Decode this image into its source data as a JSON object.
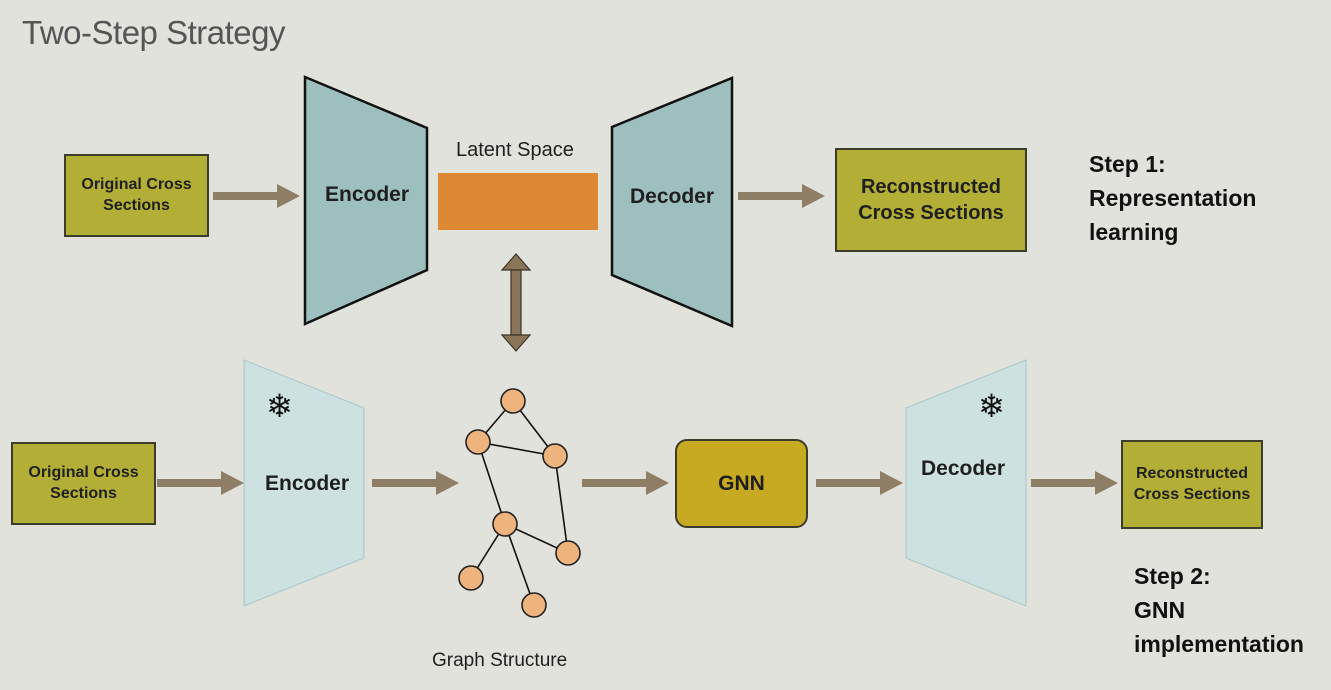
{
  "title": "Two-Step Strategy",
  "step1": {
    "input_label": "Original Cross Sections",
    "encoder_label": "Encoder",
    "latent_label": "Latent Space",
    "decoder_label": "Decoder",
    "output_label": "Reconstructed Cross Sections",
    "step_title": "Step 1:",
    "step_desc_1": "Representation",
    "step_desc_2": "learning"
  },
  "step2": {
    "input_label": "Original Cross Sections",
    "encoder_label": "Encoder",
    "graph_label": "Graph Structure",
    "gnn_label": "GNN",
    "decoder_label": "Decoder",
    "output_label": "Reconstructed Cross Sections",
    "frozen_icon": "snowflake-icon",
    "step_title": "Step 2:",
    "step_desc_1": "GNN",
    "step_desc_2": "implementation"
  },
  "colors": {
    "background": "#e2e2dc",
    "box_fill": "#b3ae35",
    "gnn_fill": "#c8aa22",
    "latent_fill": "#dd8832",
    "encoder_decoder_fill": "#9dc0bf",
    "frozen_fill": "#cde1e1",
    "arrow": "#8f7e66",
    "node_fill": "#efb47e"
  }
}
